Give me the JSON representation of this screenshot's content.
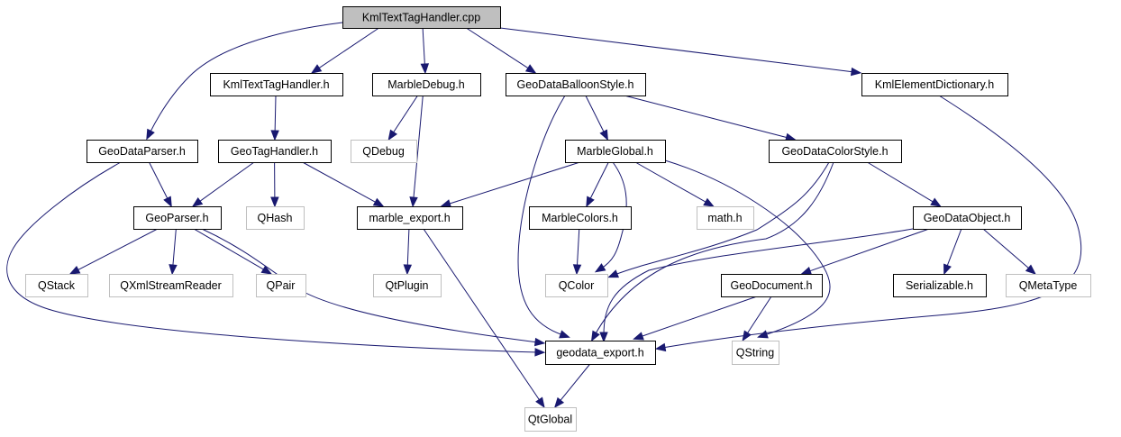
{
  "diagram": {
    "title": "KmlTextTagHandler.cpp include dependency graph",
    "colors": {
      "edge": "#191970",
      "root_fill": "#bfbfbf",
      "documented_border": "#000000",
      "external_border": "#bfbfbf",
      "node_fill": "#ffffff"
    },
    "nodes": [
      {
        "id": "root",
        "label": "KmlTextTagHandler.cpp",
        "kind": "root"
      },
      {
        "id": "kmltexttaghandler_h",
        "label": "KmlTextTagHandler.h",
        "kind": "documented"
      },
      {
        "id": "marbledebug_h",
        "label": "MarbleDebug.h",
        "kind": "documented"
      },
      {
        "id": "geodataballoonstyle_h",
        "label": "GeoDataBalloonStyle.h",
        "kind": "documented"
      },
      {
        "id": "kmlelementdictionary_h",
        "label": "KmlElementDictionary.h",
        "kind": "documented"
      },
      {
        "id": "geodataparser_h",
        "label": "GeoDataParser.h",
        "kind": "documented"
      },
      {
        "id": "geotaghandler_h",
        "label": "GeoTagHandler.h",
        "kind": "documented"
      },
      {
        "id": "qdebug",
        "label": "QDebug",
        "kind": "external"
      },
      {
        "id": "marbleglobal_h",
        "label": "MarbleGlobal.h",
        "kind": "documented"
      },
      {
        "id": "geodatacolorstyle_h",
        "label": "GeoDataColorStyle.h",
        "kind": "documented"
      },
      {
        "id": "geoparser_h",
        "label": "GeoParser.h",
        "kind": "documented"
      },
      {
        "id": "qhash",
        "label": "QHash",
        "kind": "external"
      },
      {
        "id": "marble_export_h",
        "label": "marble_export.h",
        "kind": "documented"
      },
      {
        "id": "marblecolors_h",
        "label": "MarbleColors.h",
        "kind": "documented"
      },
      {
        "id": "math_h",
        "label": "math.h",
        "kind": "external"
      },
      {
        "id": "geodataobject_h",
        "label": "GeoDataObject.h",
        "kind": "documented"
      },
      {
        "id": "qstack",
        "label": "QStack",
        "kind": "external"
      },
      {
        "id": "qxmlstreamreader",
        "label": "QXmlStreamReader",
        "kind": "external"
      },
      {
        "id": "qpair",
        "label": "QPair",
        "kind": "external"
      },
      {
        "id": "qtplugin",
        "label": "QtPlugin",
        "kind": "external"
      },
      {
        "id": "qcolor",
        "label": "QColor",
        "kind": "external"
      },
      {
        "id": "geodocument_h",
        "label": "GeoDocument.h",
        "kind": "documented"
      },
      {
        "id": "serializable_h",
        "label": "Serializable.h",
        "kind": "documented"
      },
      {
        "id": "qmetatype",
        "label": "QMetaType",
        "kind": "external"
      },
      {
        "id": "geodata_export_h",
        "label": "geodata_export.h",
        "kind": "documented"
      },
      {
        "id": "qstring",
        "label": "QString",
        "kind": "external"
      },
      {
        "id": "qtglobal",
        "label": "QtGlobal",
        "kind": "external"
      }
    ],
    "edges": [
      {
        "from": "root",
        "to": "geodataparser_h"
      },
      {
        "from": "root",
        "to": "kmltexttaghandler_h"
      },
      {
        "from": "root",
        "to": "marbledebug_h"
      },
      {
        "from": "root",
        "to": "geodataballoonstyle_h"
      },
      {
        "from": "root",
        "to": "kmlelementdictionary_h"
      },
      {
        "from": "kmltexttaghandler_h",
        "to": "geotaghandler_h"
      },
      {
        "from": "marbledebug_h",
        "to": "qdebug"
      },
      {
        "from": "marbledebug_h",
        "to": "marble_export_h"
      },
      {
        "from": "geodataballoonstyle_h",
        "to": "geodata_export_h"
      },
      {
        "from": "geodataballoonstyle_h",
        "to": "marbleglobal_h"
      },
      {
        "from": "geodataballoonstyle_h",
        "to": "geodatacolorstyle_h"
      },
      {
        "from": "kmlelementdictionary_h",
        "to": "geodata_export_h"
      },
      {
        "from": "geodataparser_h",
        "to": "geoparser_h"
      },
      {
        "from": "geodataparser_h",
        "to": "geodata_export_h"
      },
      {
        "from": "geotaghandler_h",
        "to": "geoparser_h"
      },
      {
        "from": "geotaghandler_h",
        "to": "qhash"
      },
      {
        "from": "geotaghandler_h",
        "to": "marble_export_h"
      },
      {
        "from": "marbleglobal_h",
        "to": "marble_export_h"
      },
      {
        "from": "marbleglobal_h",
        "to": "marblecolors_h"
      },
      {
        "from": "marbleglobal_h",
        "to": "qcolor"
      },
      {
        "from": "marbleglobal_h",
        "to": "math_h"
      },
      {
        "from": "marbleglobal_h",
        "to": "qstring"
      },
      {
        "from": "geodatacolorstyle_h",
        "to": "qcolor"
      },
      {
        "from": "geodatacolorstyle_h",
        "to": "geodata_export_h"
      },
      {
        "from": "geodatacolorstyle_h",
        "to": "geodataobject_h"
      },
      {
        "from": "geoparser_h",
        "to": "qstack"
      },
      {
        "from": "geoparser_h",
        "to": "qxmlstreamreader"
      },
      {
        "from": "geoparser_h",
        "to": "qpair"
      },
      {
        "from": "geoparser_h",
        "to": "geodata_export_h"
      },
      {
        "from": "marble_export_h",
        "to": "qtplugin"
      },
      {
        "from": "marble_export_h",
        "to": "qtglobal"
      },
      {
        "from": "marblecolors_h",
        "to": "qcolor"
      },
      {
        "from": "geodataobject_h",
        "to": "geodata_export_h"
      },
      {
        "from": "geodataobject_h",
        "to": "geodocument_h"
      },
      {
        "from": "geodataobject_h",
        "to": "serializable_h"
      },
      {
        "from": "geodataobject_h",
        "to": "qmetatype"
      },
      {
        "from": "geodocument_h",
        "to": "geodata_export_h"
      },
      {
        "from": "geodocument_h",
        "to": "qstring"
      },
      {
        "from": "geodata_export_h",
        "to": "qtglobal"
      }
    ]
  }
}
